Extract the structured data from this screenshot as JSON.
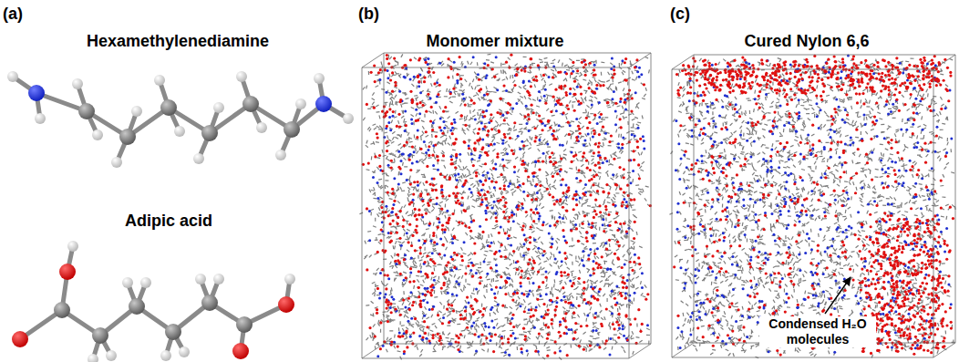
{
  "diagram": {
    "labels": [
      "(a)",
      "Hexamethylenediamine",
      "Adipic acid",
      "(b)",
      "Monomer mixture",
      "(c)",
      "Cured Nylon 6,6",
      "Condensed H₂O molecules"
    ]
  }
}
